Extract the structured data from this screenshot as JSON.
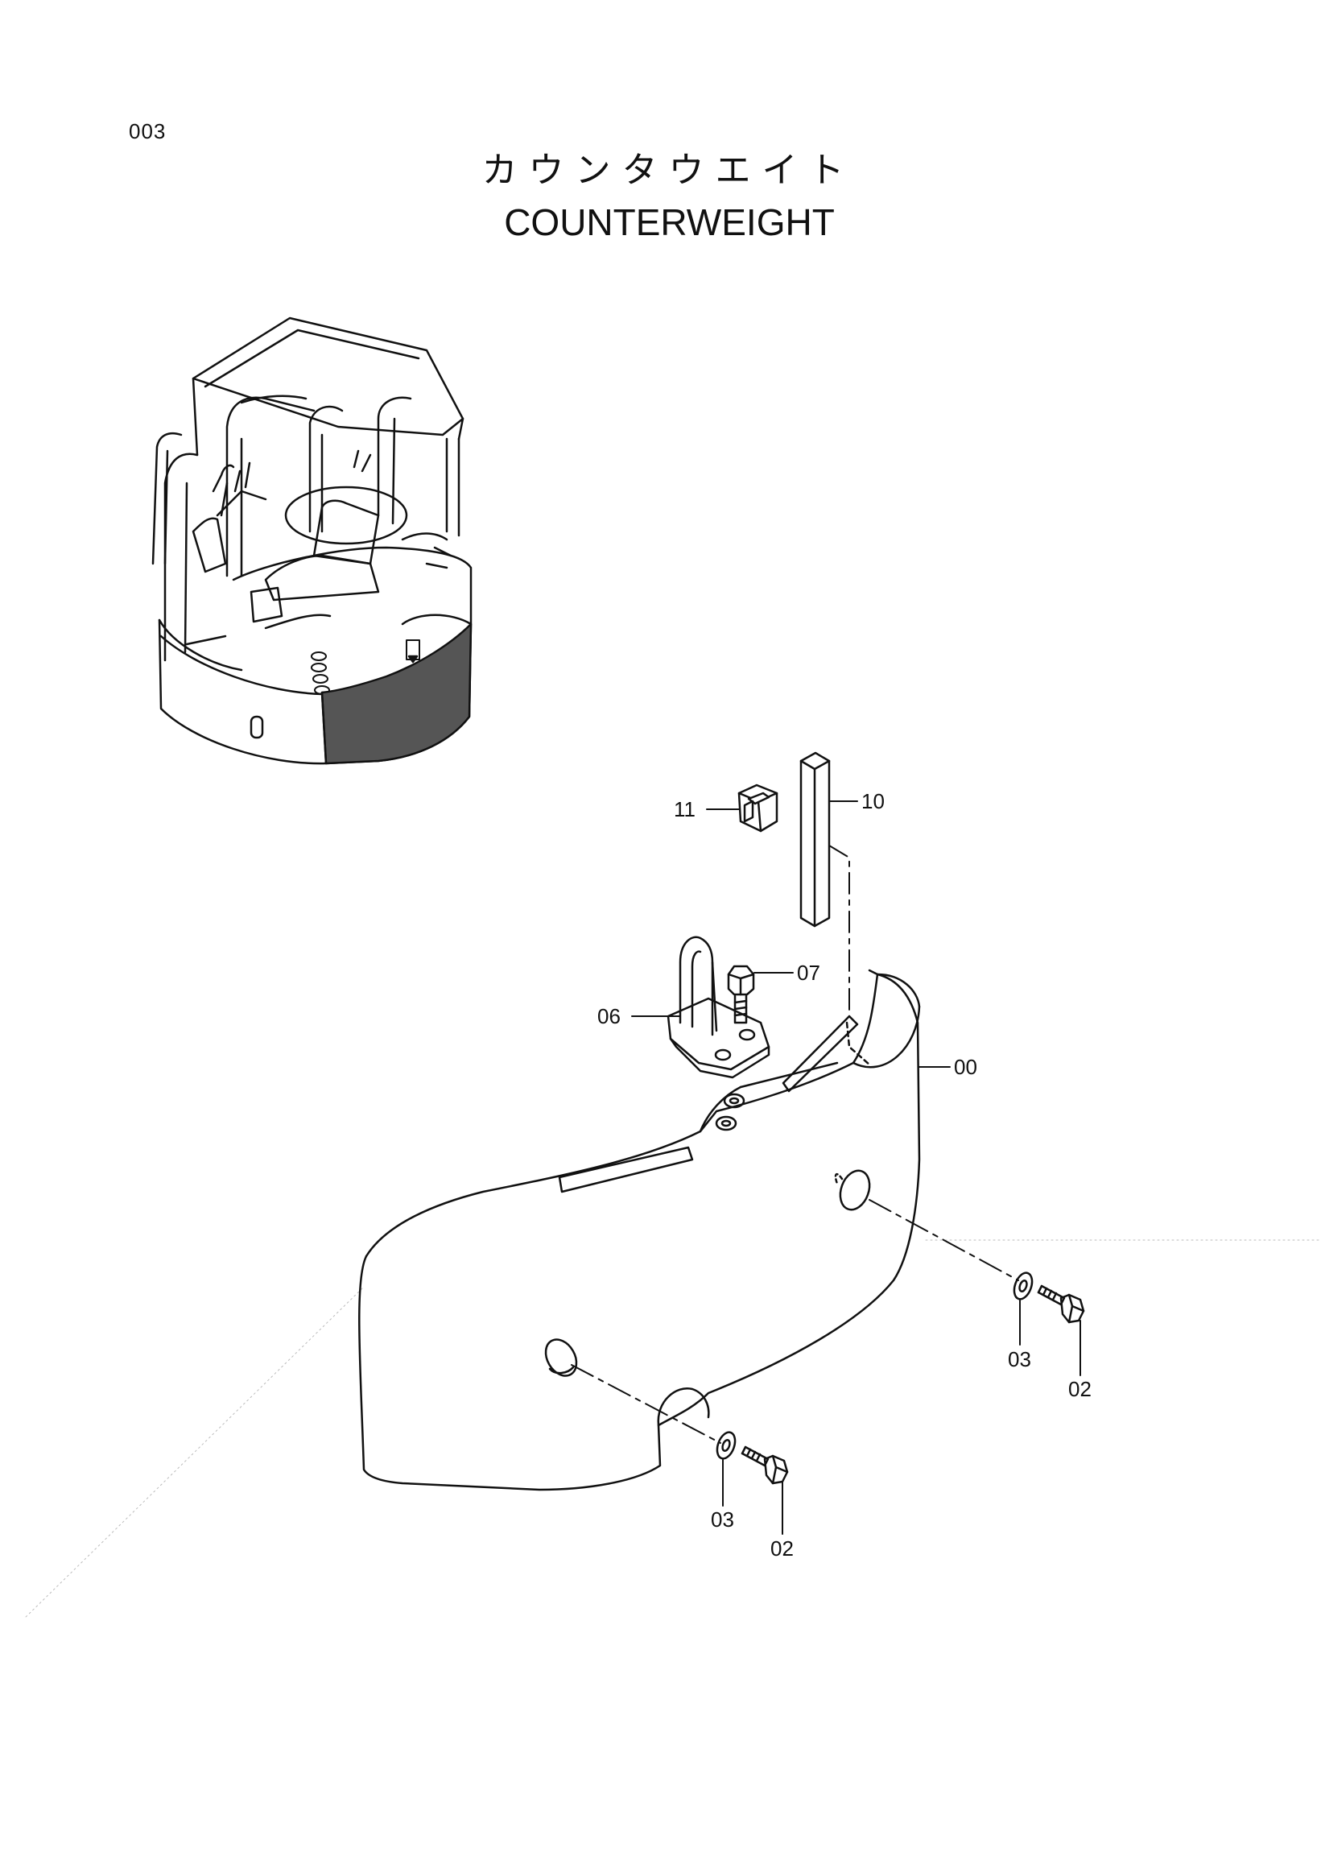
{
  "page_number": "003",
  "title": {
    "japanese": "カウンタウエイト",
    "english": "COUNTERWEIGHT"
  },
  "callouts": [
    {
      "id": "counterweight",
      "label": "00"
    },
    {
      "id": "bolt-right",
      "label": "02"
    },
    {
      "id": "washer-right",
      "label": "03"
    },
    {
      "id": "bolt-left",
      "label": "02"
    },
    {
      "id": "washer-left",
      "label": "03"
    },
    {
      "id": "bracket",
      "label": "06"
    },
    {
      "id": "bracket-bolt",
      "label": "07"
    },
    {
      "id": "bar",
      "label": "10"
    },
    {
      "id": "cushion",
      "label": "11"
    }
  ]
}
